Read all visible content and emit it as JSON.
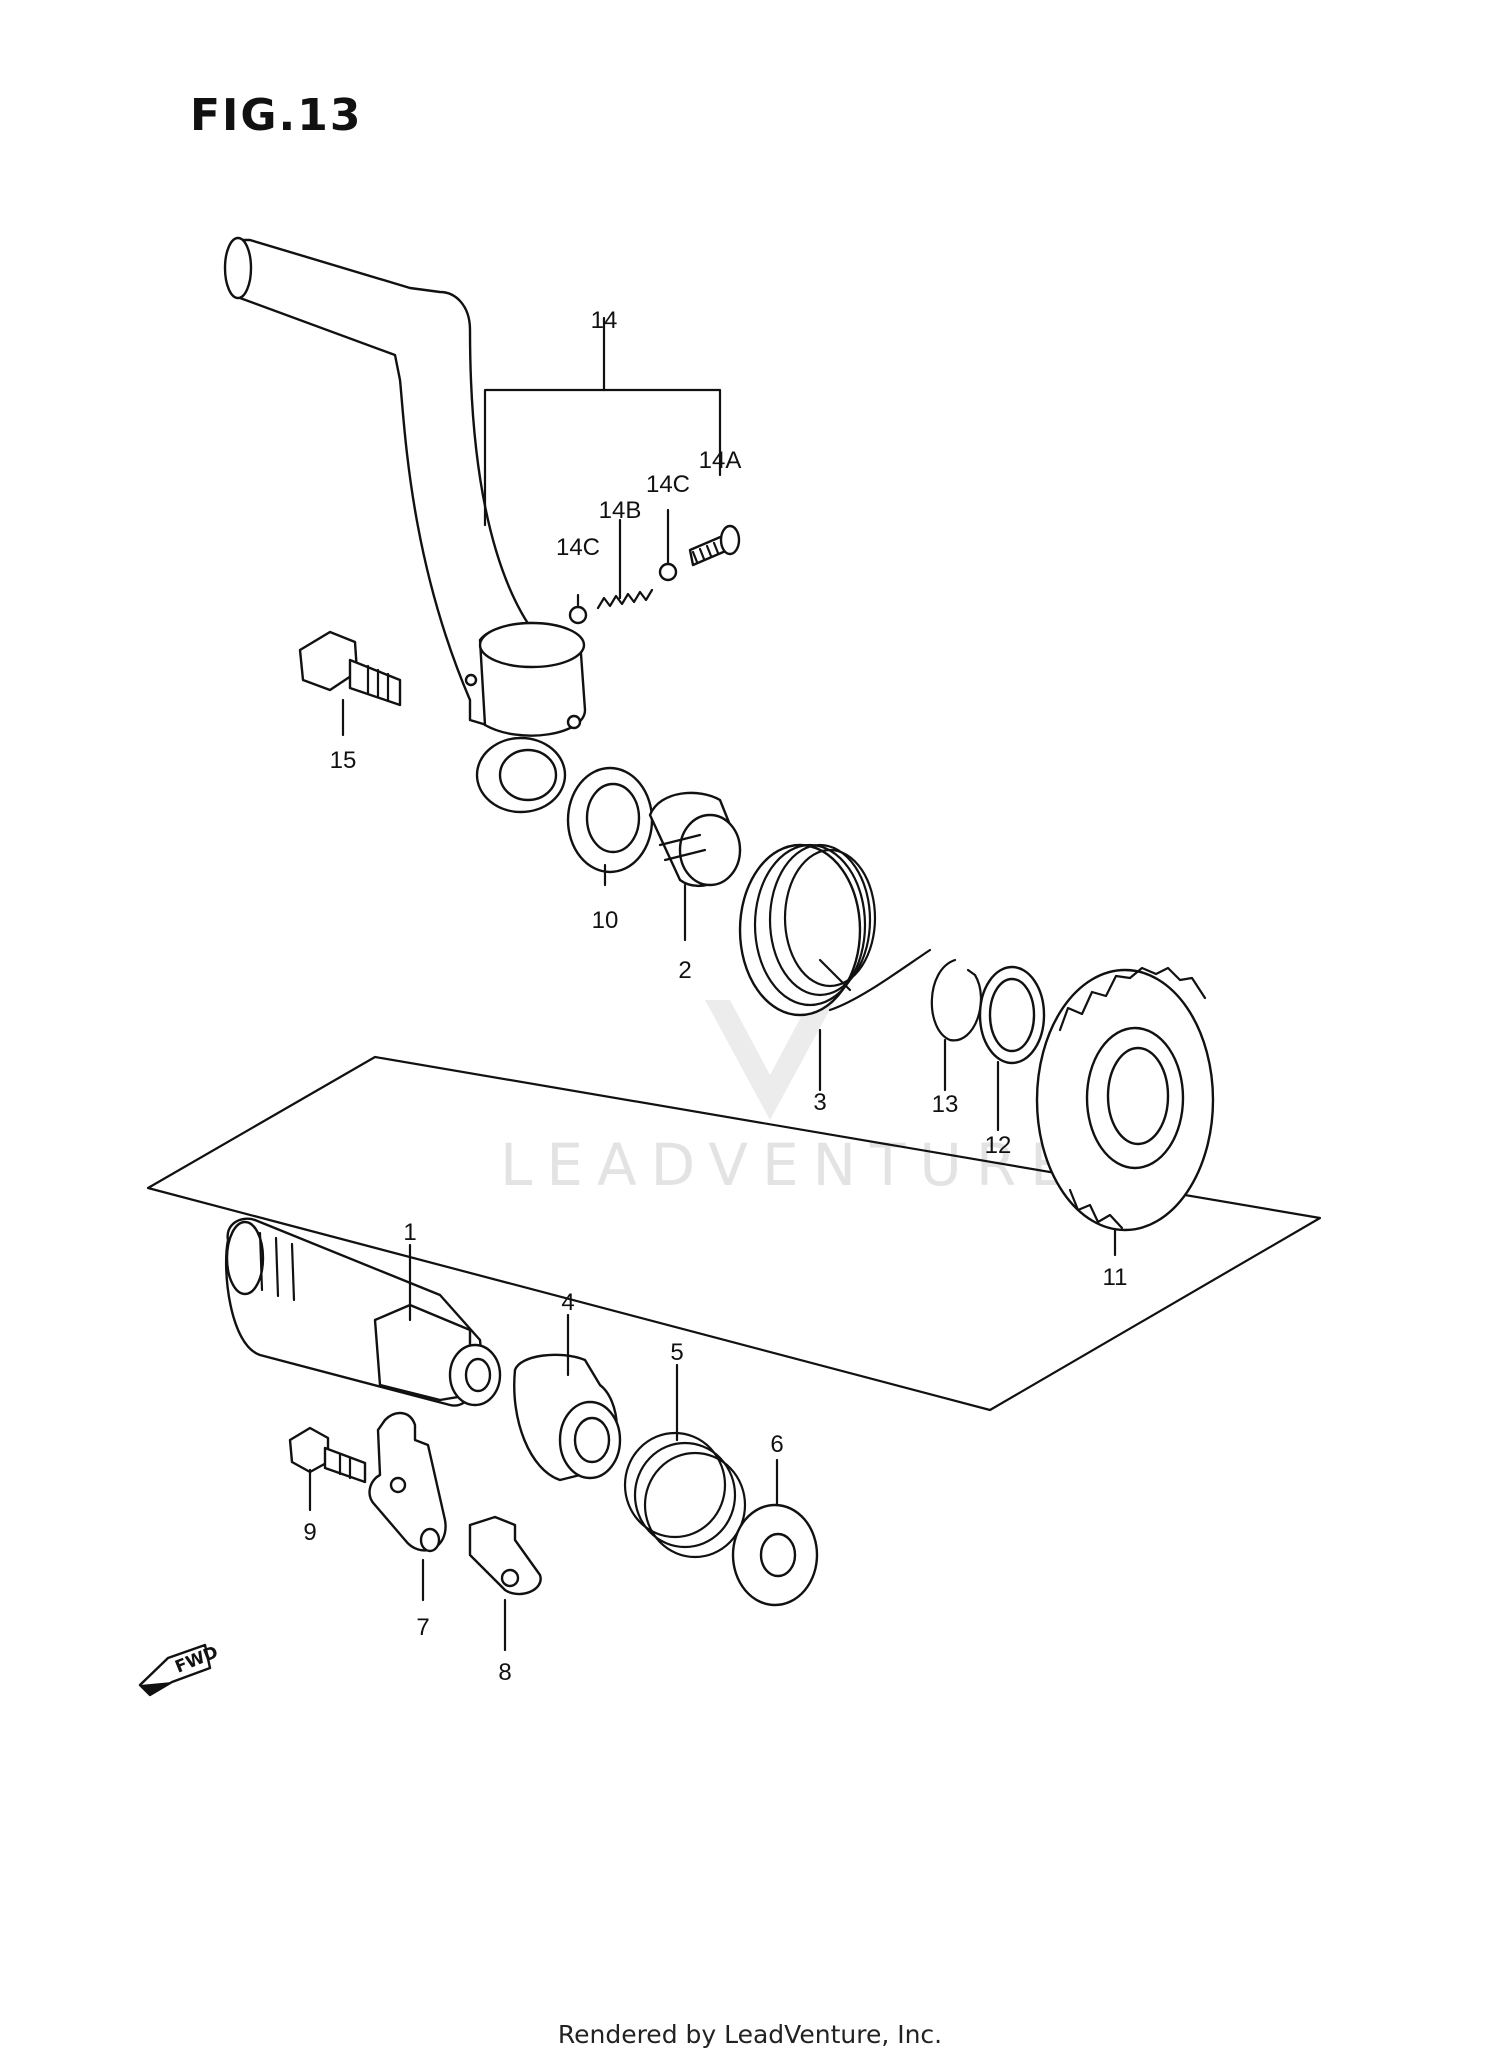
{
  "figure": {
    "title": "FIG.13"
  },
  "watermark": {
    "text": "LEADVENTURE"
  },
  "footer": {
    "text": "Rendered by LeadVenture, Inc."
  },
  "direction_marker": {
    "icon": "fwd-arrow-icon",
    "text": "FWD"
  },
  "callouts": {
    "p1": "1",
    "p2": "2",
    "p3": "3",
    "p4": "4",
    "p5": "5",
    "p6": "6",
    "p7": "7",
    "p8": "8",
    "p9": "9",
    "p10": "10",
    "p11": "11",
    "p12": "12",
    "p13": "13",
    "p14": "14",
    "p14a": "14A",
    "p14b": "14B",
    "p14c_left": "14C",
    "p14c_right": "14C",
    "p15": "15"
  },
  "colors": {
    "line": "#111111",
    "background": "#ffffff",
    "watermark": "#e3e3e3"
  }
}
